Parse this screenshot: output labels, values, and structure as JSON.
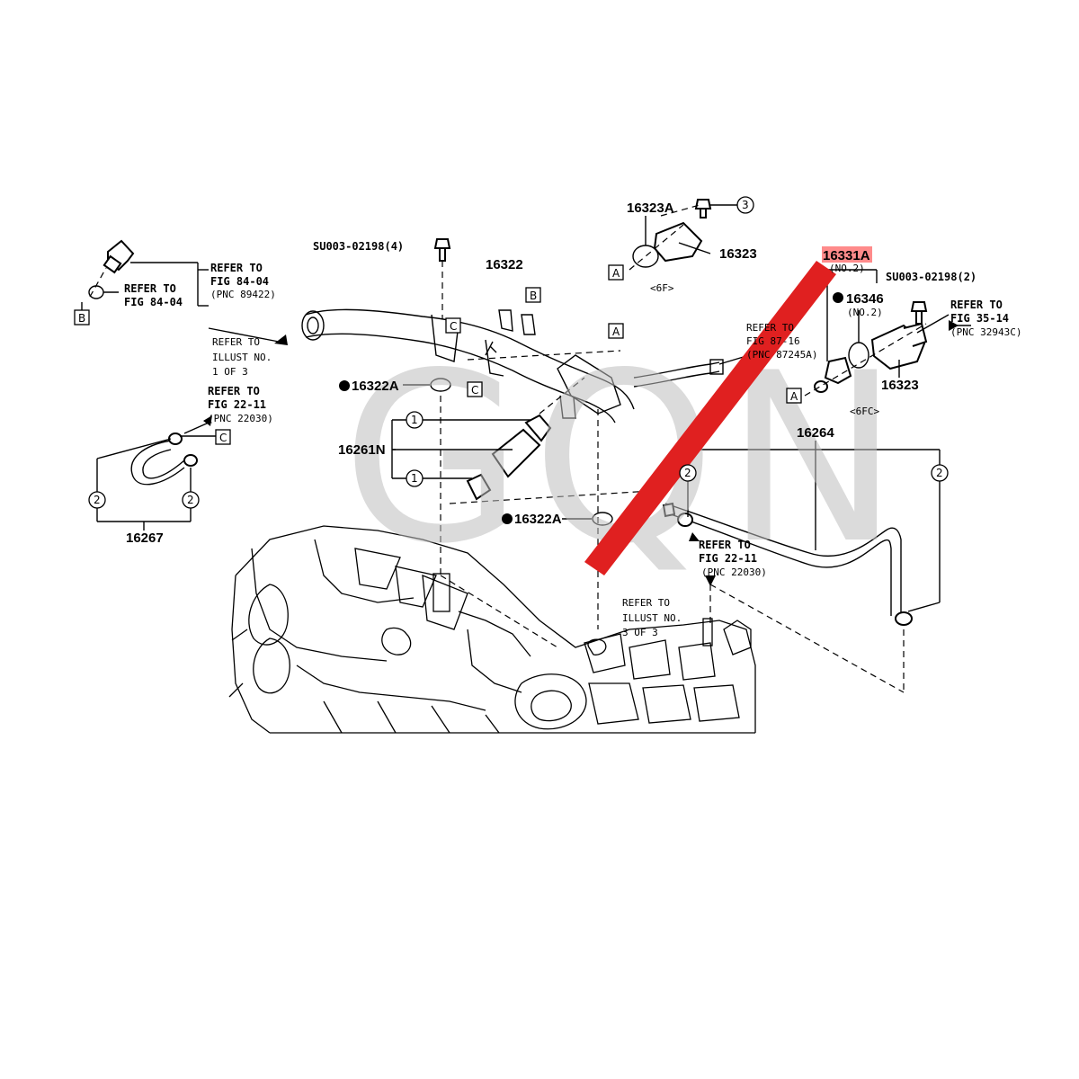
{
  "watermark": "GQN",
  "parts": {
    "p16323A": "16323A",
    "p16323_top": "16323",
    "p6F": "<6F>",
    "p16331A": "16331A",
    "p16331A_no2": "(NO.2)",
    "p16346": "16346",
    "p16346_no2": "(NO.2)",
    "p16323_right": "16323",
    "p6FC": "<6FC>",
    "pSU_left": "SU003-02198(4)",
    "pSU_right": "SU003-02198(2)",
    "p16322": "16322",
    "p16322A_top": "16322A",
    "p16261N": "16261N",
    "p16322A_bottom": "16322A",
    "p16264": "16264",
    "p16267": "16267"
  },
  "refs": {
    "fig84_04_a_l1": "REFER TO",
    "fig84_04_a_l2": "FIG 84-04",
    "fig84_04_a_l3": "(PNC 89422)",
    "fig84_04_b_l1": "REFER TO",
    "fig84_04_b_l2": "FIG 84-04",
    "illust1_l1": "REFER TO",
    "illust1_l2": "ILLUST NO.",
    "illust1_l3": "1 OF 3",
    "fig22_11_a_l1": "REFER TO",
    "fig22_11_a_l2": "FIG 22-11",
    "fig22_11_a_l3": "(PNC 22030)",
    "fig87_16_l1": "REFER TO",
    "fig87_16_l2": "FIG 87-16",
    "fig87_16_l3": "(PNC 87245A)",
    "fig35_14_l1": "REFER TO",
    "fig35_14_l2": "FIG 35-14",
    "fig35_14_l3": "(PNC 32943C)",
    "fig22_11_b_l1": "REFER TO",
    "fig22_11_b_l2": "FIG 22-11",
    "fig22_11_b_l3": "(PNC 22030)",
    "illust3_l1": "REFER TO",
    "illust3_l2": "ILLUST NO.",
    "illust3_l3": "3 OF 3"
  },
  "callouts": {
    "A": "A",
    "B": "B",
    "C": "C",
    "one": "1",
    "two": "2",
    "three": "3"
  },
  "colors": {
    "highlight": "#ff4d4d",
    "arrow": "#e02020",
    "watermark": "#bdbdbd"
  }
}
